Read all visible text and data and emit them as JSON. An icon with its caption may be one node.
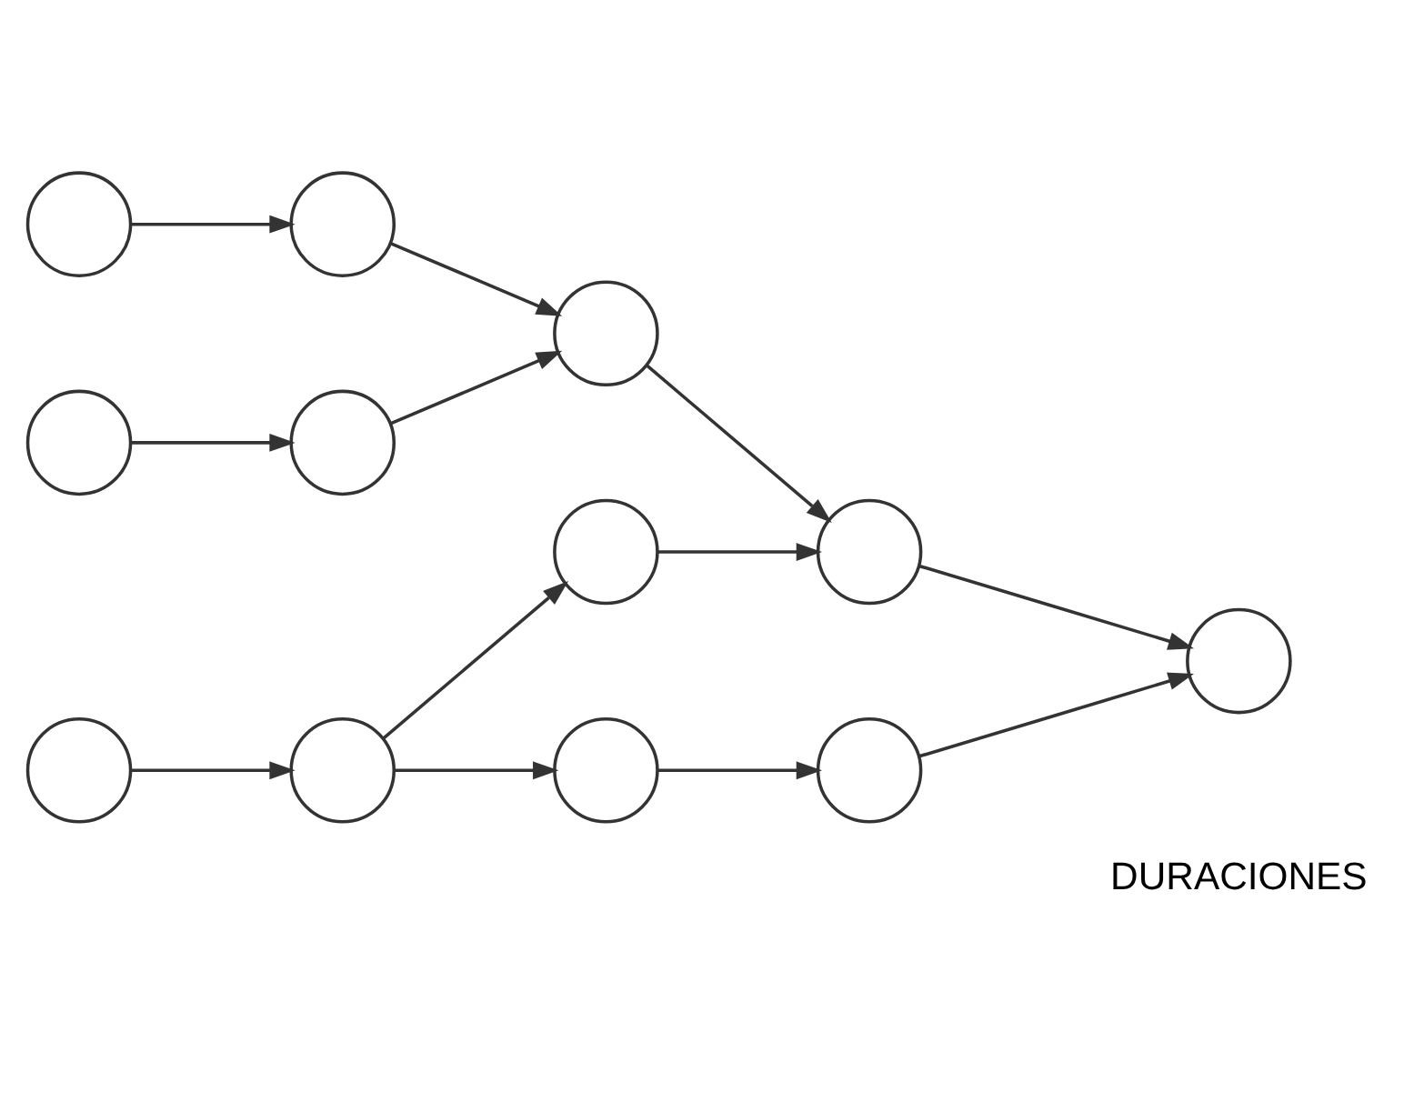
{
  "diagram": {
    "nodes": [
      {
        "text": [],
        "shape": "circle"
      },
      {
        "text": [],
        "shape": "circle"
      },
      {
        "text": [],
        "shape": "circle"
      },
      {
        "text": [],
        "shape": "circle"
      },
      {
        "text": [],
        "shape": "circle"
      },
      {
        "text": [],
        "shape": "circle"
      },
      {
        "text": [],
        "shape": "circle"
      },
      {
        "text": [],
        "shape": "circle"
      },
      {
        "text": [],
        "shape": "circle"
      },
      {
        "text": [],
        "shape": "circle"
      },
      {
        "text": [],
        "shape": "circle"
      },
      {
        "text": [],
        "shape": "circle"
      }
    ],
    "edges": [
      {
        "from": 0,
        "to": 1,
        "arrow": "to"
      },
      {
        "from": 1,
        "to": 4,
        "arrow": "to"
      },
      {
        "from": 2,
        "to": 3,
        "arrow": "to"
      },
      {
        "from": 3,
        "to": 4,
        "arrow": "to"
      },
      {
        "from": 4,
        "to": 8,
        "arrow": "to"
      },
      {
        "from": 5,
        "to": 6,
        "arrow": "to"
      },
      {
        "from": 6,
        "to": 7,
        "arrow": "to"
      },
      {
        "from": 7,
        "to": 8,
        "arrow": "to"
      },
      {
        "from": 6,
        "to": 9,
        "arrow": "to"
      },
      {
        "from": 8,
        "to": 11,
        "arrow": "to"
      },
      {
        "from": 9,
        "to": 10,
        "arrow": "to"
      },
      {
        "from": 10,
        "to": 11,
        "arrow": "to"
      }
    ],
    "labels": [
      "DURACIONES"
    ]
  }
}
